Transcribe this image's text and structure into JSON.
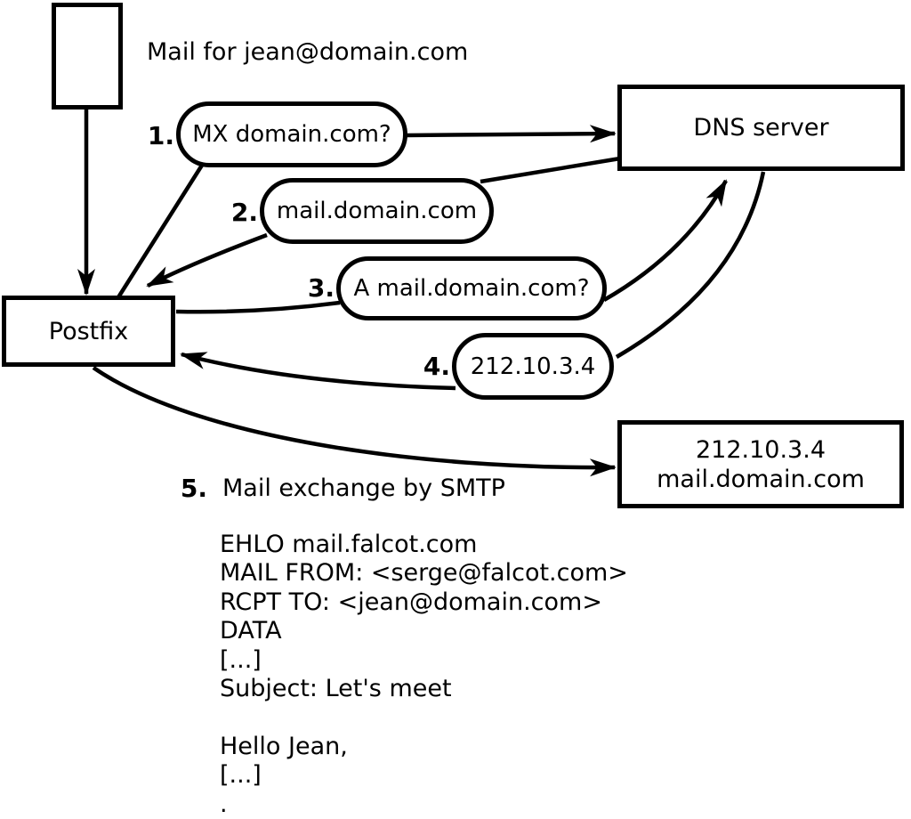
{
  "note": {
    "mail_for": "Mail for jean@domain.com"
  },
  "nodes": {
    "postfix": "Postfix",
    "dns": "DNS server",
    "mail_server": {
      "line1": "212.10.3.4",
      "line2": "mail.domain.com"
    }
  },
  "steps": [
    {
      "num": "1.",
      "label": "MX domain.com?"
    },
    {
      "num": "2.",
      "label": "mail.domain.com"
    },
    {
      "num": "3.",
      "label": "A mail.domain.com?"
    },
    {
      "num": "4.",
      "label": "212.10.3.4"
    },
    {
      "num": "5.",
      "label": "Mail exchange by SMTP"
    }
  ],
  "smtp": {
    "lines": [
      "EHLO mail.falcot.com",
      "MAIL FROM: <serge@falcot.com>",
      "RCPT TO: <jean@domain.com>",
      "DATA",
      "[...]",
      "Subject: Let's meet",
      "",
      "Hello Jean,",
      "[...]",
      "."
    ]
  },
  "colors": {
    "stroke": "#000000",
    "background": "#ffffff"
  }
}
